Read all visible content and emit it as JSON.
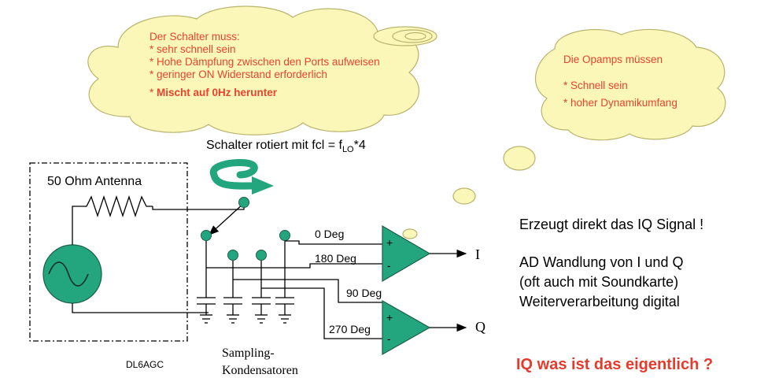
{
  "cloud_left": {
    "line1": "Der Schalter muss:",
    "line2": "* sehr schnell sein",
    "line3": "* Hohe Dämpfung zwischen den Ports aufweisen",
    "line4": "* geringer ON Widerstand erforderlich",
    "line5_prefix": "* ",
    "line5_bold": "Mischt auf 0Hz  herunter"
  },
  "cloud_right": {
    "line1": "Die Opamps müssen",
    "line2": "* Schnell sein",
    "line3": "* hoher  Dynamikumfang"
  },
  "switch_caption": {
    "text": "Schalter rotiert mit fcl = f",
    "sub": "LO",
    "suffix": "*4"
  },
  "antenna_label": "50 Ohm Antenna",
  "phases": {
    "p0": "0 Deg",
    "p180": "180 Deg",
    "p90": "90 Deg",
    "p270": "270 Deg"
  },
  "outputs": {
    "i": "I",
    "q": "Q"
  },
  "opamp_signs": {
    "plus": "+",
    "minus": "-"
  },
  "capacitor_label": {
    "line1": "Sampling-",
    "line2": "Kondensatoren"
  },
  "author": "DL6AGC",
  "right_text": {
    "line1": "Erzeugt direkt das IQ Signal !",
    "line2": "AD Wandlung von I und Q",
    "line3": "(oft auch mit Soundkarte)",
    "line4": "Weiterverarbeitung digital"
  },
  "question": "IQ was ist das eigentlich ?",
  "colors": {
    "cloud_fill": "#fbf7b8",
    "cloud_stroke": "#b9b46c",
    "opamp_green": "#23a67e",
    "red_text": "#e8432f",
    "question_red": "#e53b2c"
  }
}
